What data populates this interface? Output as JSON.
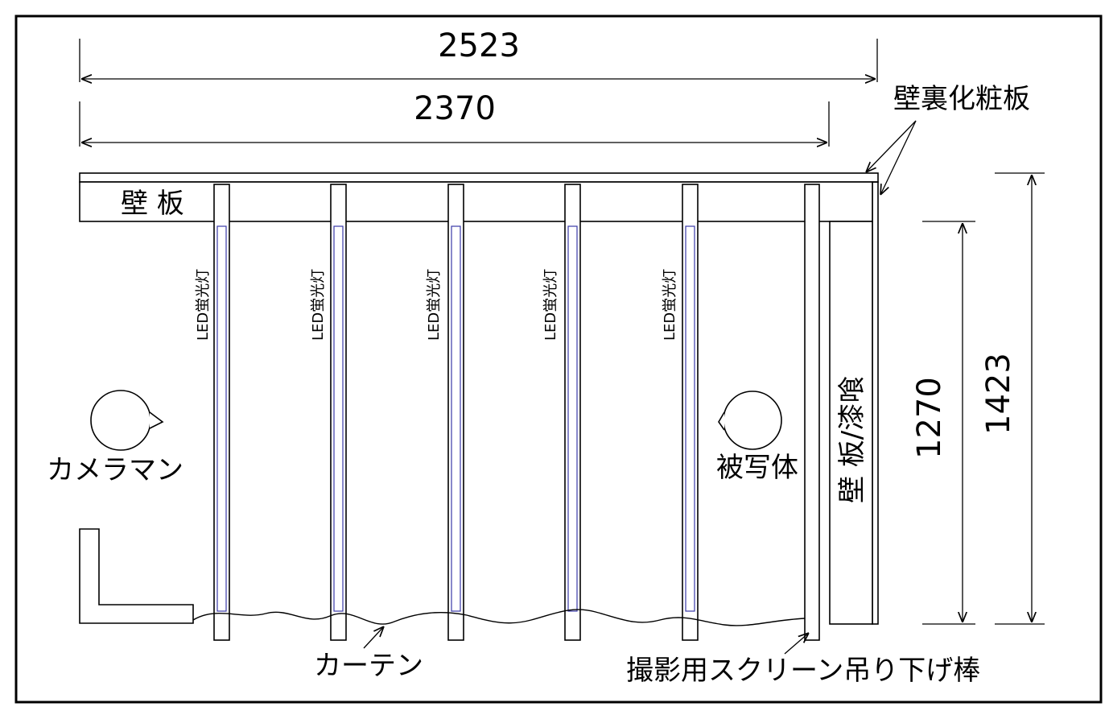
{
  "dimensions": {
    "top_outer": "2523",
    "top_inner": "2370",
    "right_inner": "1270",
    "right_outer": "1423"
  },
  "labels": {
    "wall_panel_top": "壁 板",
    "wall_panel_right": "壁 板/漆喰",
    "back_panel": "壁裏化粧板",
    "cameraman": "カメラマン",
    "subject": "被写体",
    "curtain": "カーテン",
    "screen_rod": "撮影用スクリーン吊り下げ棒"
  },
  "led_lights": [
    {
      "label": "LED蛍光灯"
    },
    {
      "label": "LED蛍光灯"
    },
    {
      "label": "LED蛍光灯"
    },
    {
      "label": "LED蛍光灯"
    },
    {
      "label": "LED蛍光灯"
    }
  ],
  "colors": {
    "line": "#000000",
    "led_tube": "#3a3aa8",
    "background": "#ffffff"
  }
}
